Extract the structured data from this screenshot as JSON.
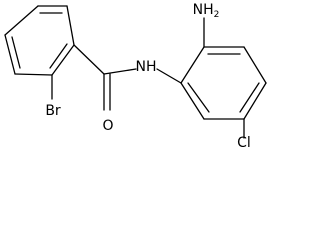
{
  "structure": {
    "atoms": {
      "amino": "NH",
      "amino_subscript": "2",
      "amide_nh": "NH",
      "carbonyl_o": "O",
      "bromine": "Br",
      "chlorine": "Cl"
    },
    "colors": {
      "bond": "#000000",
      "label": "#000000",
      "background": "#ffffff"
    }
  }
}
